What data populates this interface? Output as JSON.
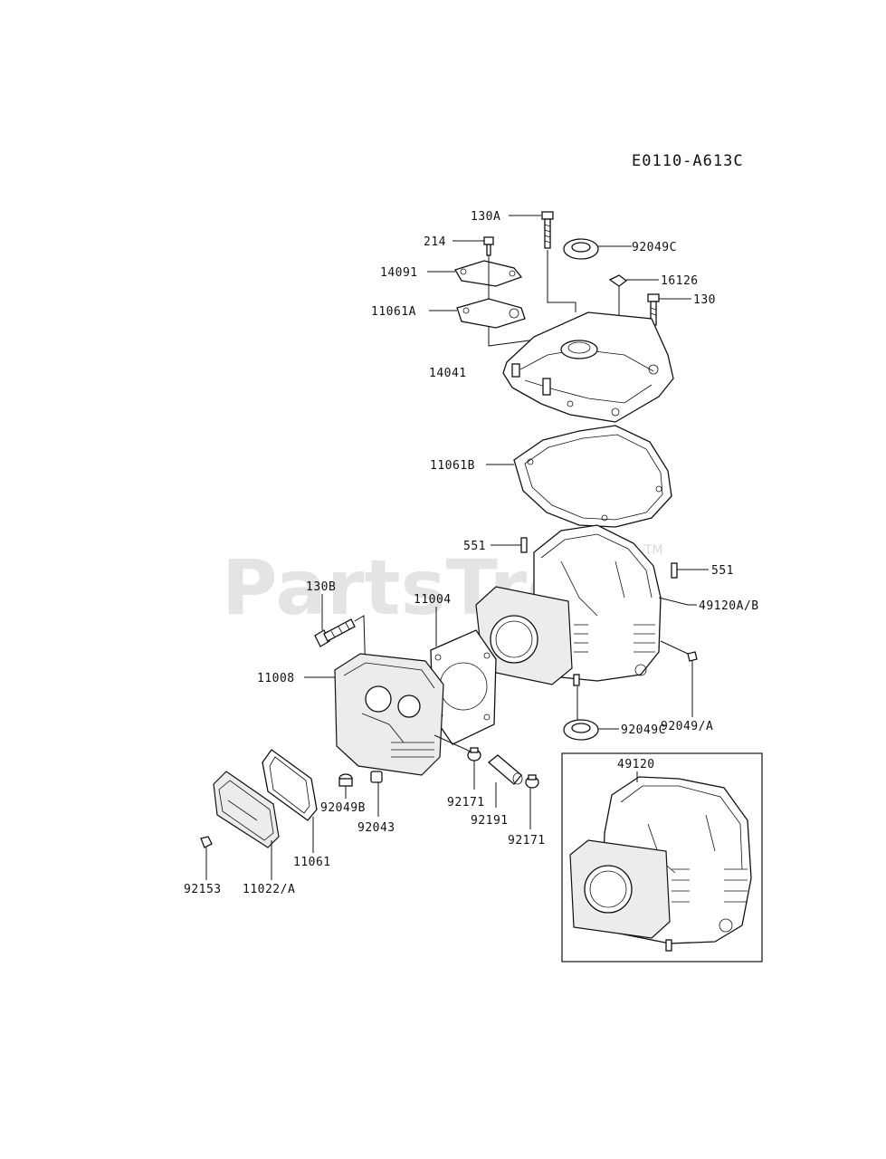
{
  "diagram_code": "E0110-A613C",
  "watermark": {
    "text": "PartsTree",
    "tm": "TM"
  },
  "labels": {
    "l130A": "130A",
    "l214": "214",
    "l92049C_top": "92049C",
    "l14091": "14091",
    "l16126": "16126",
    "l130": "130",
    "l11061A": "11061A",
    "l14041": "14041",
    "l11061B": "11061B",
    "l551_left": "551",
    "l551_right": "551",
    "l130B": "130B",
    "l11004": "11004",
    "l49120AB": "49120A/B",
    "l11008": "11008",
    "l92049A": "92049/A",
    "l92049C_bottom": "92049C",
    "l49120": "49120",
    "l92049B": "92049B",
    "l92043": "92043",
    "l92171_left": "92171",
    "l92191": "92191",
    "l92171_right": "92171",
    "l11061": "11061",
    "l92153": "92153",
    "l11022A": "11022/A"
  }
}
